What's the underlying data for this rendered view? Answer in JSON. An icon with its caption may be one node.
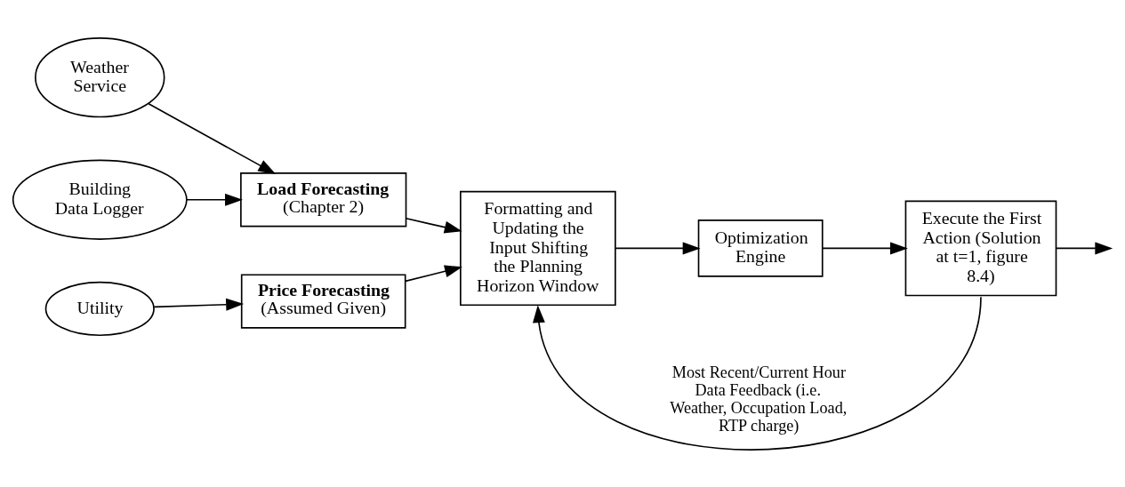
{
  "diagram": {
    "nodes": [
      {
        "text": [
          "Building Data Logger"
        ]
      },
      {
        "text": [
          "Weather Service"
        ]
      },
      {
        "text": [
          "Utility"
        ]
      },
      {
        "text": [
          "Load Forecasting",
          "(Chapter 2)"
        ]
      },
      {
        "text": [
          "Price Forecasting",
          "(Assumed Given)"
        ]
      },
      {
        "text": [
          "Formatting and Updating the Input Shifting the Planning Horizon Window"
        ]
      },
      {
        "text": [
          "Optimization Engine"
        ]
      },
      {
        "text": [
          "Execute the First Action (Solution at t=1, figure 8.4)"
        ]
      }
    ],
    "edges": [
      {
        "from": 0,
        "to": 3,
        "arrow": "to"
      },
      {
        "from": 1,
        "to": 3,
        "arrow": "to"
      },
      {
        "from": 2,
        "to": 4,
        "arrow": "to"
      },
      {
        "from": 3,
        "to": 5,
        "arrow": "to"
      },
      {
        "from": 4,
        "to": 5,
        "arrow": "to"
      },
      {
        "from": 5,
        "to": 6,
        "arrow": "to"
      },
      {
        "from": 6,
        "to": 7,
        "arrow": "to"
      },
      {
        "from": 7,
        "to": null,
        "arrow": "to"
      },
      {
        "from": 7,
        "to": 5,
        "arrow": "to",
        "label": "Most Recent/Current Hour Data Feedback (i.e. Weather, Occupation Load, RTP charge)"
      }
    ]
  }
}
